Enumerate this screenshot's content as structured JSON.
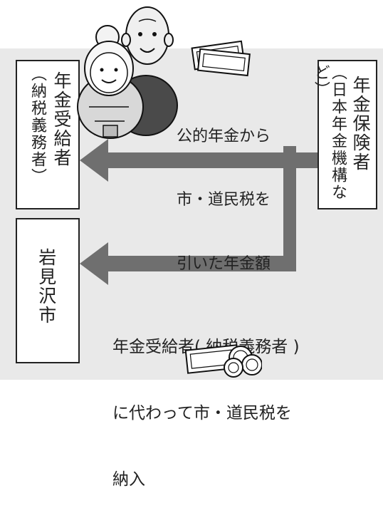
{
  "recipient": {
    "title": "年金受給者",
    "subtitle": "（納税義務者）"
  },
  "pension_provider": {
    "title": "年金保険者",
    "subtitle": "（日本年金機構など）"
  },
  "city": {
    "title": "岩見沢市"
  },
  "flow_top": {
    "line1": "公的年金から",
    "line2": "市・道民税を",
    "line3": "引いた年金額"
  },
  "flow_bottom": {
    "line1": "年金受給者( 納税義務者 )",
    "line2": "に代わって市・道民税を",
    "line3": "納入"
  },
  "colors": {
    "panel": "#e9e9e9",
    "arrow": "#6f6f6f",
    "border": "#222222"
  }
}
